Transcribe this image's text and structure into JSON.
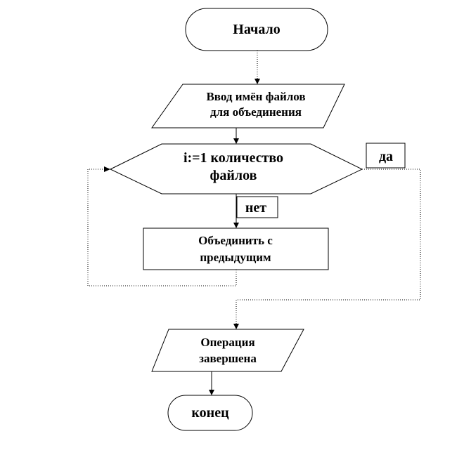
{
  "diagram": {
    "start": {
      "label": "Начало"
    },
    "input": {
      "line1": "Ввод имён файлов",
      "line2": "для объединения"
    },
    "loop": {
      "line1": "i:=1 количество",
      "line2": "файлов"
    },
    "yes_label": "да",
    "no_label": "нет",
    "process": {
      "line1": "Объединить с",
      "line2": "предыдущим"
    },
    "output": {
      "line1": "Операция",
      "line2": "завершена"
    },
    "end": {
      "label": "конец"
    }
  }
}
